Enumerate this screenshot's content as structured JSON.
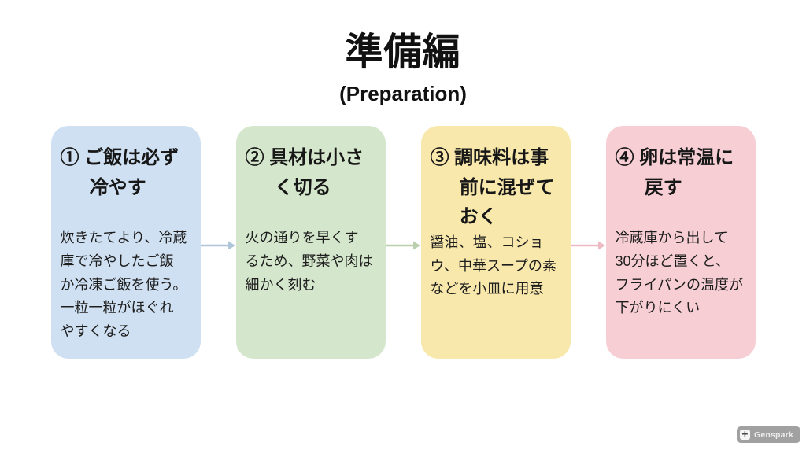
{
  "title": "準備編",
  "subtitle": "(Preparation)",
  "steps": [
    {
      "title": "① ご飯は必ず\n冷やす",
      "body": "炊きたてより、冷蔵\n庫で冷やしたご飯\nか冷凍ご飯を使う。\n一粒一粒がほぐれ\nやすくなる",
      "bg": "#cfe0f2"
    },
    {
      "title": "② 具材は小さ\nく切る",
      "body": "火の通りを早くす\nるため、野菜や肉は\n細かく刻む",
      "bg": "#d4e6cb"
    },
    {
      "title": "③ 調味料は事\n前に混ぜて\nおく",
      "body": "醤油、塩、コショ\nウ、中華スープの素\nなどを小皿に用意",
      "bg": "#f8e8ac"
    },
    {
      "title": "④ 卵は常温に\n戻す",
      "body": "冷蔵庫から出して\n30分ほど置くと、\nフライパンの温度が\n下がりにくい",
      "bg": "#f6ced3"
    }
  ],
  "arrows": [
    {
      "color": "#afc5d9"
    },
    {
      "color": "#b9cfae"
    },
    {
      "color": "#edb9c2"
    }
  ],
  "watermark": {
    "label": "Genspark",
    "icon": "✛"
  }
}
